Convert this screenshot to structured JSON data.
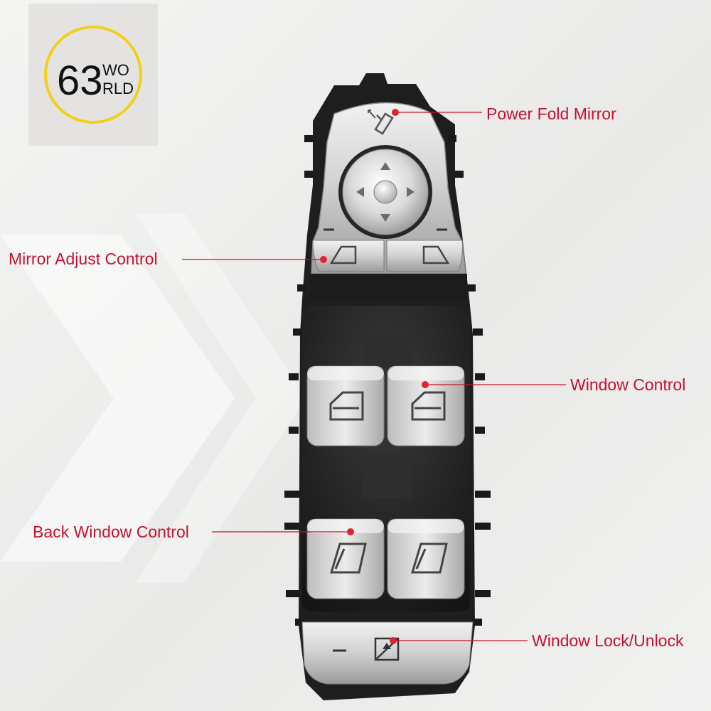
{
  "logo": {
    "digits": "63",
    "line1": "WO",
    "line2": "RLD"
  },
  "callouts": {
    "power_fold_mirror": "Power Fold Mirror",
    "mirror_adjust_control": "Mirror Adjust Control",
    "window_control": "Window Control",
    "back_window_control": "Back Window Control",
    "window_lock_unlock": "Window Lock/Unlock"
  },
  "colors": {
    "callout": "#c8102e",
    "logo_ring": "#f2cf1d",
    "panel": "#222222",
    "chrome": "#c9c9c9"
  }
}
